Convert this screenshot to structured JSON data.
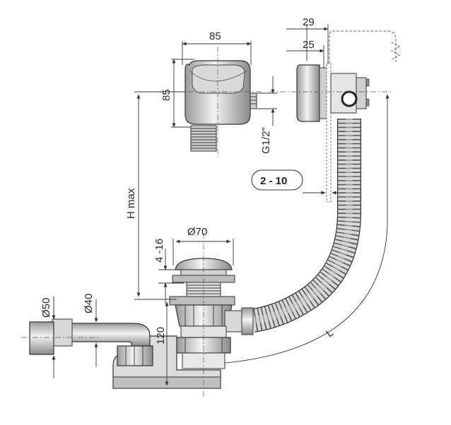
{
  "colors": {
    "line": "#333333",
    "fill_light": "#e6e6e6",
    "fill_mid": "#bdbdbd",
    "fill_dark": "#7a7a7a"
  },
  "labels": {
    "dim_85_width": "85",
    "dim_85_height": "85",
    "thread": "G1/2\"",
    "dim_29": "29",
    "dim_25": "25",
    "range_2_10": "2 - 10",
    "h_max": "H max",
    "range_4_16": "4 -16",
    "dia_70": "Ø70",
    "dia_50": "Ø50",
    "dia_40": "Ø40",
    "dim_120": "120",
    "length_l": "L"
  }
}
